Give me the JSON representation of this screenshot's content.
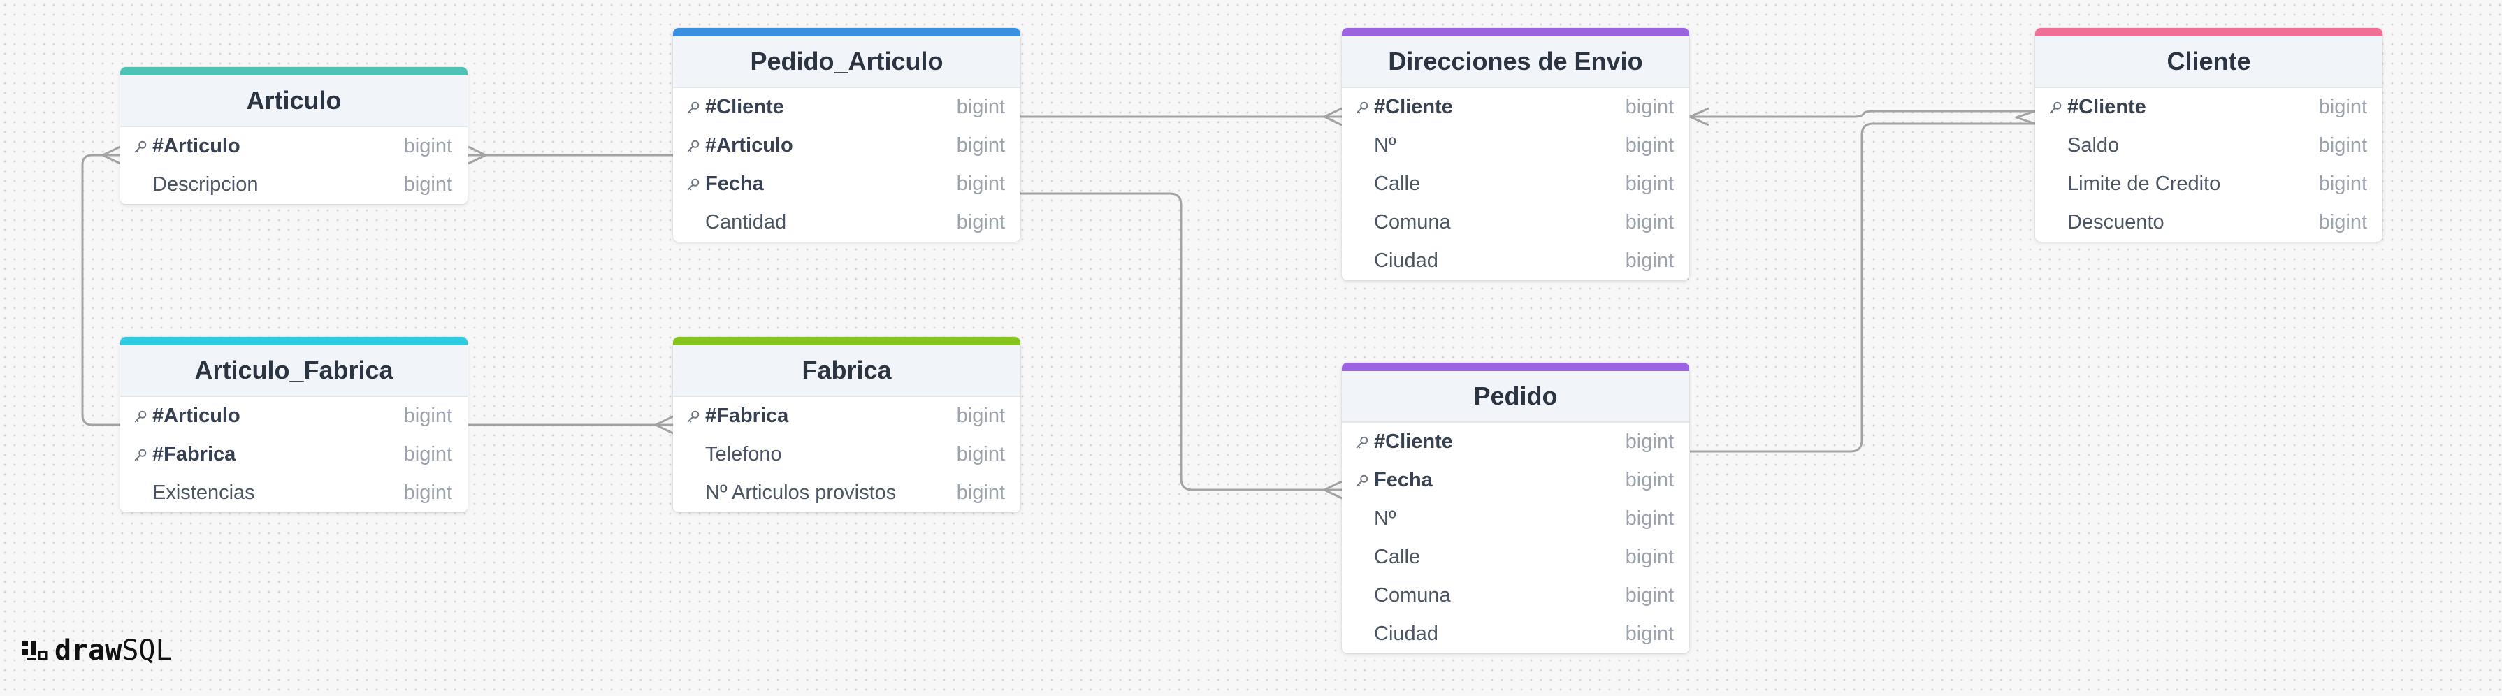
{
  "brand": {
    "draw": "draw",
    "sql": "SQL"
  },
  "tables": [
    {
      "id": "articulo",
      "name": "Articulo",
      "color": "#4fc2b5",
      "columns": [
        {
          "name": "#Articulo",
          "type": "bigint",
          "key": true
        },
        {
          "name": "Descripcion",
          "type": "bigint",
          "key": false
        }
      ]
    },
    {
      "id": "pedido_articulo",
      "name": "Pedido_Articulo",
      "color": "#3b8fe0",
      "columns": [
        {
          "name": "#Cliente",
          "type": "bigint",
          "key": true
        },
        {
          "name": "#Articulo",
          "type": "bigint",
          "key": true
        },
        {
          "name": "Fecha",
          "type": "bigint",
          "key": true
        },
        {
          "name": "Cantidad",
          "type": "bigint",
          "key": false
        }
      ]
    },
    {
      "id": "direcciones_envio",
      "name": "Direcciones de Envio",
      "color": "#9b63e0",
      "columns": [
        {
          "name": "#Cliente",
          "type": "bigint",
          "key": true
        },
        {
          "name": "Nº",
          "type": "bigint",
          "key": false
        },
        {
          "name": "Calle",
          "type": "bigint",
          "key": false
        },
        {
          "name": "Comuna",
          "type": "bigint",
          "key": false
        },
        {
          "name": "Ciudad",
          "type": "bigint",
          "key": false
        }
      ]
    },
    {
      "id": "cliente",
      "name": "Cliente",
      "color": "#f06f96",
      "columns": [
        {
          "name": "#Cliente",
          "type": "bigint",
          "key": true
        },
        {
          "name": "Saldo",
          "type": "bigint",
          "key": false
        },
        {
          "name": "Limite de Credito",
          "type": "bigint",
          "key": false
        },
        {
          "name": "Descuento",
          "type": "bigint",
          "key": false
        }
      ]
    },
    {
      "id": "articulo_fabrica",
      "name": "Articulo_Fabrica",
      "color": "#2fcbe0",
      "columns": [
        {
          "name": "#Articulo",
          "type": "bigint",
          "key": true
        },
        {
          "name": "#Fabrica",
          "type": "bigint",
          "key": true
        },
        {
          "name": "Existencias",
          "type": "bigint",
          "key": false
        }
      ]
    },
    {
      "id": "fabrica",
      "name": "Fabrica",
      "color": "#87c51e",
      "columns": [
        {
          "name": "#Fabrica",
          "type": "bigint",
          "key": true
        },
        {
          "name": "Telefono",
          "type": "bigint",
          "key": false
        },
        {
          "name": "Nº Articulos provistos",
          "type": "bigint",
          "key": false
        }
      ]
    },
    {
      "id": "pedido",
      "name": "Pedido",
      "color": "#9b63e0",
      "columns": [
        {
          "name": "#Cliente",
          "type": "bigint",
          "key": true
        },
        {
          "name": "Fecha",
          "type": "bigint",
          "key": true
        },
        {
          "name": "Nº",
          "type": "bigint",
          "key": false
        },
        {
          "name": "Calle",
          "type": "bigint",
          "key": false
        },
        {
          "name": "Comuna",
          "type": "bigint",
          "key": false
        },
        {
          "name": "Ciudad",
          "type": "bigint",
          "key": false
        }
      ]
    }
  ],
  "relations": [
    {
      "from": "pedido_articulo",
      "from_column": "#Articulo",
      "to": "articulo",
      "to_column": "#Articulo"
    },
    {
      "from": "articulo_fabrica",
      "from_column": "#Articulo",
      "to": "articulo",
      "to_column": "#Articulo"
    },
    {
      "from": "articulo_fabrica",
      "from_column": "#Articulo",
      "to": "fabrica",
      "to_column": "#Fabrica"
    },
    {
      "from": "pedido_articulo",
      "from_column": "#Cliente",
      "to": "direcciones_envio",
      "to_column": "#Cliente"
    },
    {
      "from": "pedido_articulo",
      "from_column": "Fecha",
      "to": "pedido",
      "to_column": "Fecha"
    },
    {
      "from": "direcciones_envio",
      "from_column": "#Cliente",
      "to": "cliente",
      "to_column": "#Cliente"
    },
    {
      "from": "pedido",
      "from_column": "#Cliente",
      "to": "cliente",
      "to_column": "#Cliente"
    }
  ]
}
